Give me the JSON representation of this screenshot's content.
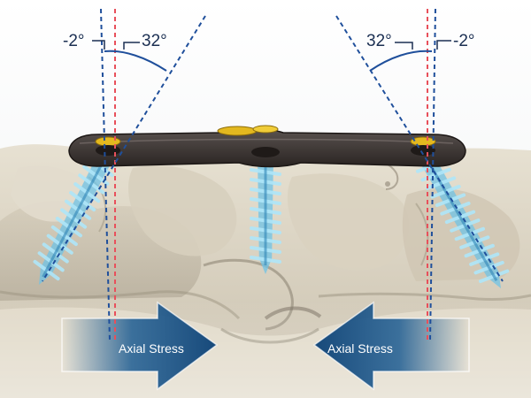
{
  "left": {
    "angle_negative": "-2°",
    "angle_positive": "32°",
    "stress_label": "Axial Stress"
  },
  "right": {
    "angle_negative": "-2°",
    "angle_positive": "32°",
    "stress_label": "Axial Stress"
  },
  "colors": {
    "reference_line": "#e8505b",
    "trajectory_line": "#1f4f9b",
    "arrow": "#1d5c92",
    "screw": "#6fc3e6",
    "plate": "#3b3533",
    "plate_accent": "#e3b81f",
    "bone": "#ddd6c6"
  }
}
